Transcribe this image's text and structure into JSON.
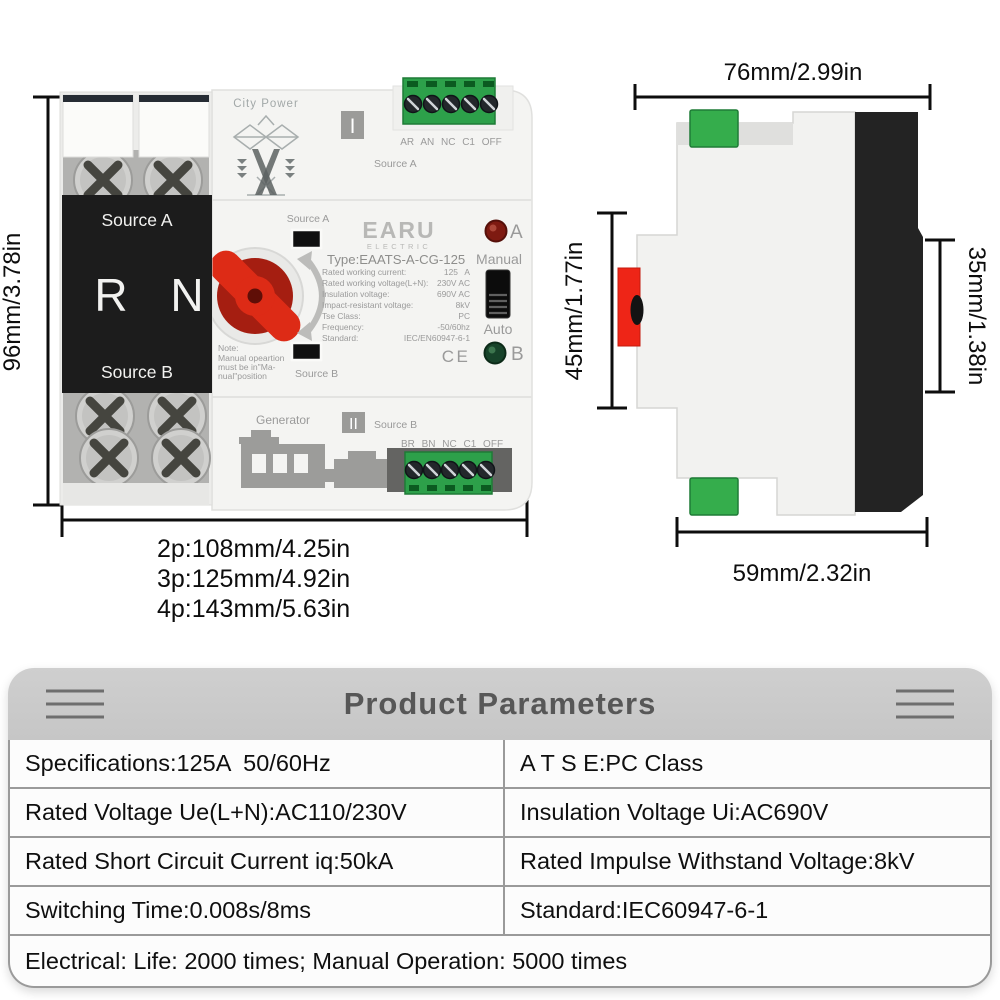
{
  "colors": {
    "background": "#ffffff",
    "device_body": "#f4f4f2",
    "panel_black": "#1c1c1c",
    "knob_red": "#dd2b16",
    "terminal_green": "#2da04a",
    "clip_green": "#35ad4c",
    "led_a_red": "#7e1a11",
    "led_b_green": "#17432a",
    "device_text_gray": "#9a9a9a",
    "dim_line": "#0d0d0d",
    "table_header_bg": "#c9c9c9",
    "table_border": "#9a9a9a"
  },
  "front": {
    "dim_height": "96mm/3.78in",
    "dim_widths": [
      "2p:108mm/4.25in",
      "3p:125mm/4.92in",
      "4p:143mm/5.63in"
    ],
    "panel": {
      "source_a": "Source A",
      "r": "R",
      "n": "N",
      "source_b": "Source B"
    },
    "city_power": "City Power",
    "badge_one": "I",
    "badge_two": "II",
    "terminal_top": "AR AN NC C1 OFF",
    "terminal_bottom": "BR BN NC C1 OFF",
    "source_a_top": "Source A",
    "source_a_mid": "Source A",
    "source_b_mid": "Source B",
    "source_b_low": "Source B",
    "brand": "EARU",
    "brand_sub": "ELECTRIC",
    "led_a": "A",
    "led_b": "B",
    "type_line": "Type:EAATS-A-CG-125",
    "manual": "Manual",
    "auto": "Auto",
    "ce": "CE",
    "specs": [
      {
        "label": "Rated working current:",
        "value": "125   A"
      },
      {
        "label": "Rated working voltage(L+N):",
        "value": "230V AC"
      },
      {
        "label": "Insulation voltage:",
        "value": "690V AC"
      },
      {
        "label": "Impact-resistant voltage:",
        "value": "8kV"
      },
      {
        "label": "Tse Class:",
        "value": "PC"
      },
      {
        "label": "Frequency:",
        "value": "-50/60hz"
      },
      {
        "label": "Standard:",
        "value": "IEC/EN60947-6-1"
      }
    ],
    "note": [
      "Note:",
      "Manual opeartion",
      "must be in\"Ma-",
      "nual\"position"
    ],
    "generator": "Generator"
  },
  "side": {
    "dim_top": "76mm/2.99in",
    "dim_left": "45mm/1.77in",
    "dim_right": "35mm/1.38in",
    "dim_bottom": "59mm/2.32in"
  },
  "table": {
    "title": "Product Parameters",
    "rows": [
      {
        "left": "Specifications:125A  50/60Hz",
        "right": "A T S E:PC Class"
      },
      {
        "left": "Rated Voltage Ue(L+N):AC110/230V",
        "right": "Insulation Voltage Ui:AC690V"
      },
      {
        "left": "Rated Short Circuit Current iq:50kA",
        "right": "Rated Impulse Withstand Voltage:8kV"
      },
      {
        "left": "Switching Time:0.008s/8ms",
        "right": "Standard:IEC60947-6-1"
      }
    ],
    "footer": "Electrical: Life: 2000 times; Manual Operation: 5000 times"
  }
}
